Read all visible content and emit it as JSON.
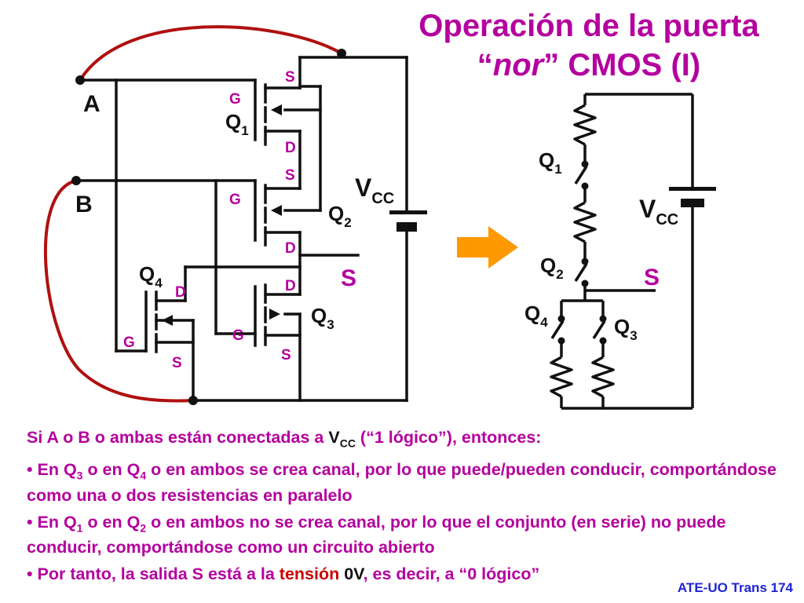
{
  "slide": {
    "title_line1": "Operación de la puerta",
    "title_open_quote": "“",
    "title_italic": "nor",
    "title_rest": "” CMOS (I)",
    "footer": "ATE-UO Trans 174"
  },
  "circuit": {
    "input_a": "A",
    "input_b": "B",
    "output_s": "S",
    "vcc_main": "V",
    "vcc_sub": "CC",
    "q_prefix": "Q",
    "q1": "1",
    "q2": "2",
    "q3": "3",
    "q4": "4",
    "gate": "G",
    "source": "S",
    "drain": "D"
  },
  "equivalent": {
    "vcc_main": "V",
    "vcc_sub": "CC",
    "output_s": "S",
    "q_prefix": "Q",
    "q1": "1",
    "q2": "2",
    "q3": "3",
    "q4": "4"
  },
  "text": {
    "intro_pre": "Si A o B o ambas están conectadas a ",
    "intro_v": "V",
    "intro_sub": "CC",
    "intro_post": " (“1 lógico”), entonces:",
    "b1_a": "• En Q",
    "b1_s1": "3",
    "b1_b": " o en Q",
    "b1_s2": "4",
    "b1_c": " o en ambos se crea canal, por lo que puede/pueden conducir, comportándose como una o dos resistencias en paralelo",
    "b2_a": "• En Q",
    "b2_s1": "1",
    "b2_b": " o en Q",
    "b2_s2": "2",
    "b2_c": " o en ambos no se crea canal, por lo que el conjunto (en serie) no puede conducir, comportándose como un circuito abierto",
    "b3_a": "• Por tanto, la salida S está a la ",
    "b3_b": "tensión",
    "b3_c": " 0V",
    "b3_d": ", es decir, a “0 lógico”"
  },
  "colors": {
    "title": "#b4009e",
    "label": "#b4009e",
    "terminal": "#b4009e",
    "wire": "#111111",
    "input_wire": "#b01010",
    "arrow": "#ff9900",
    "footer": "#1f24d6"
  }
}
